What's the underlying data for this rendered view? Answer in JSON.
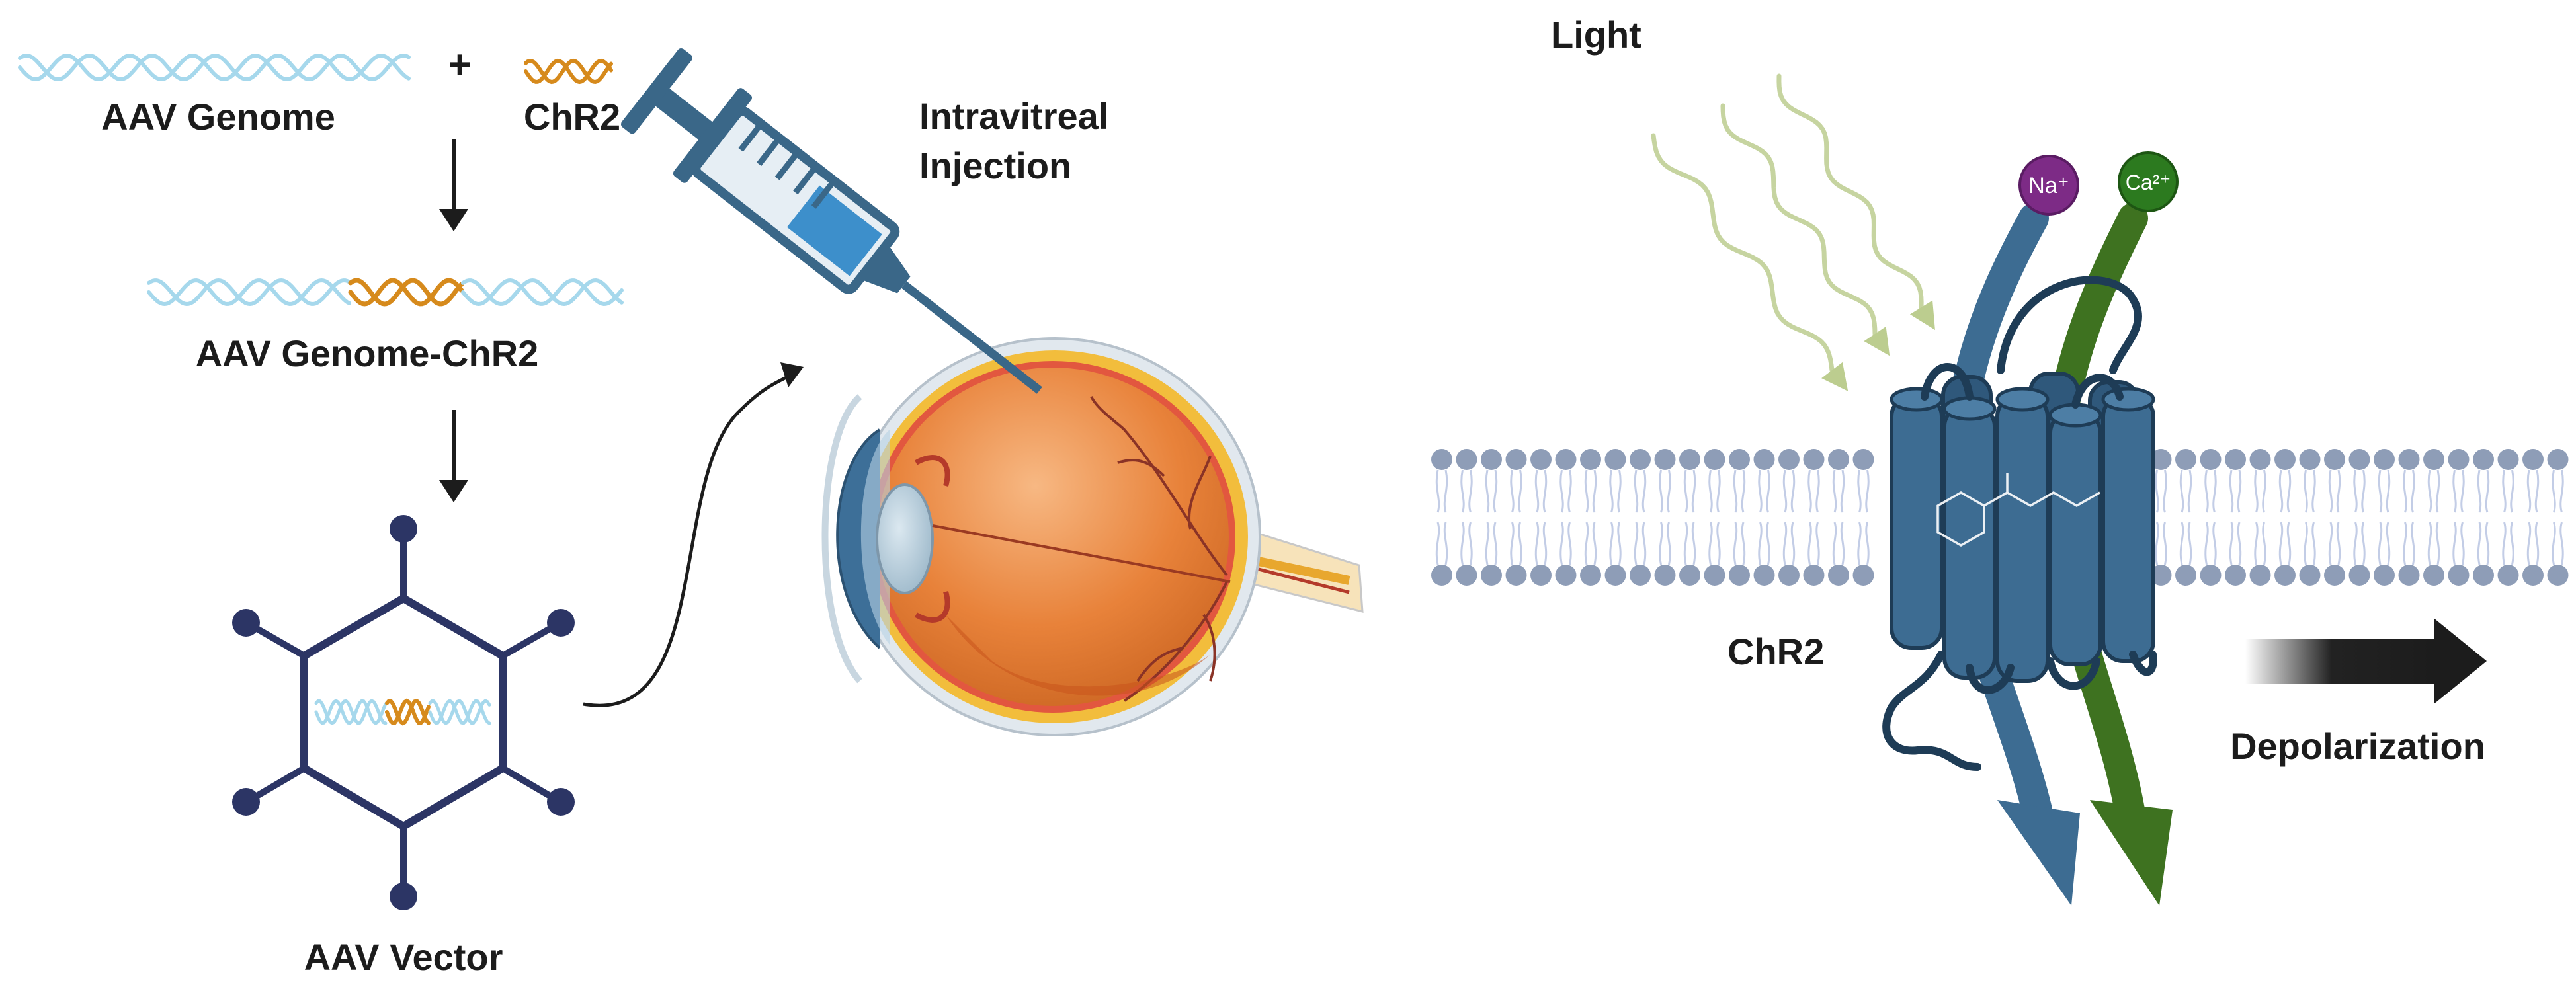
{
  "labels": {
    "aav_genome": "AAV Genome",
    "plus": "+",
    "chr2_gene": "ChR2",
    "aav_genome_chr2": "AAV Genome-ChR2",
    "aav_vector": "AAV Vector",
    "intravitreal_line1": "Intravitreal",
    "intravitreal_line2": "Injection",
    "light": "Light",
    "na_ion": "Na⁺",
    "ca_ion": "Ca²⁺",
    "chr2_channel": "ChR2",
    "depolarization": "Depolarization"
  },
  "colors": {
    "aav_dna": "#a6d8ec",
    "chr2_dna": "#d68a1c",
    "vector_outline": "#2c3565",
    "syringe": "#3a6788",
    "syringe_fluid": "#3d8fcb",
    "eye_orange": "#e8823a",
    "light_wave": "#bccd8f",
    "membrane_head": "#8e9db7",
    "membrane_tail": "#c3cde6",
    "channel_blue": "#3d6c92",
    "na_purple": "#7d2b86",
    "ca_green": "#2c7a1f",
    "green_arrow": "#3e7220",
    "arrow_dark": "#1c1c1c"
  },
  "icons": [
    "syringe-icon",
    "eye-icon",
    "capsid-icon",
    "membrane-icon",
    "channel-protein-icon",
    "light-ray-icon"
  ]
}
